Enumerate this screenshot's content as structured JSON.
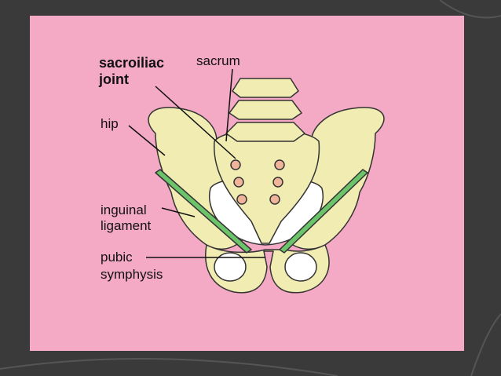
{
  "slide": {
    "background_color": "#3a3a3a",
    "panel_color": "#f4a9c4"
  },
  "diagram": {
    "subject": "pelvis",
    "bone_color": "#f0ecb2",
    "ligament_color": "#6cc46a",
    "labels": {
      "sacroiliac_line1": "sacroiliac",
      "sacroiliac_line2": "joint",
      "sacrum": "sacrum",
      "hip": "hip",
      "inguinal_line1": "inguinal",
      "inguinal_line2": "ligament",
      "pubic_line1": "pubic",
      "pubic_line2": "symphysis"
    }
  }
}
